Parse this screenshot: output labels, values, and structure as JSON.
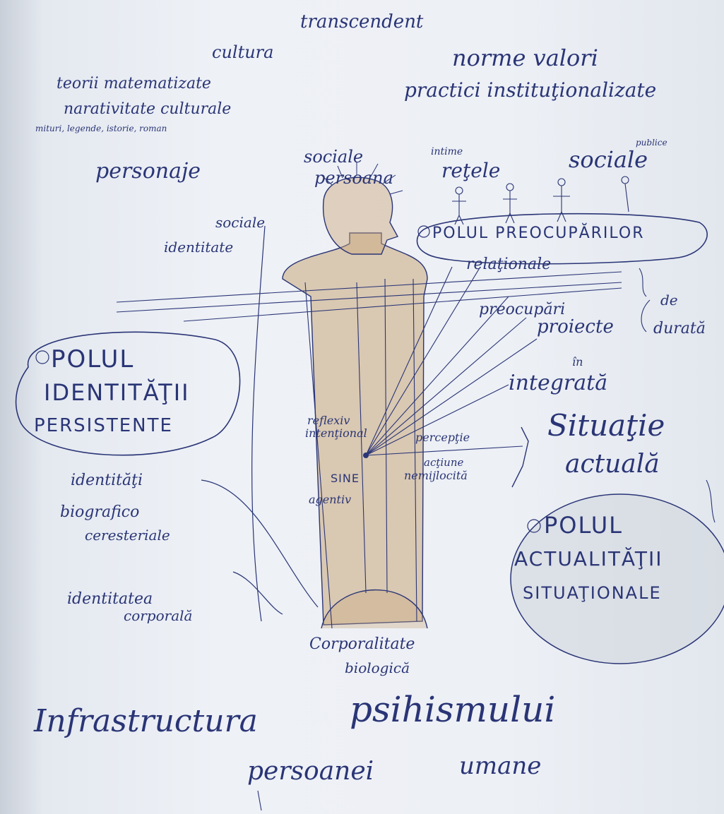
{
  "top": {
    "transcendent": "transcendent",
    "cultura": "cultura",
    "teorii": "teorii matematizate",
    "narativitate": "narativitate culturale",
    "sub": "mituri, legende, istorie, roman",
    "personaje": "personaje",
    "norme": "norme valori",
    "practici": "practici instituţionalizate"
  },
  "social": {
    "sociala": "sociale",
    "intime": "intime",
    "publice": "publice",
    "persoana": "persoana",
    "retele": "reţele",
    "sociale": "sociale",
    "identitate_sociala_1": "sociale",
    "identitate_sociala_2": "identitate"
  },
  "poles": {
    "identitate_1": "POLUL",
    "identitate_2": "IDENTITĂŢII",
    "identitate_3": "PERSISTENTE",
    "preocupari_1": "POLUL PREOCUPĂRILOR",
    "preocupari_2": "relaţionale",
    "actualitate_1": "POLUL",
    "actualitate_2": "ACTUALITĂŢII",
    "actualitate_3": "SITUAŢIONALE"
  },
  "right": {
    "preocupari": "preocupări",
    "proiecte": "proiecte",
    "de": "de",
    "durata": "durată",
    "in": "în",
    "integrata": "integrată",
    "situatie": "Situaţie",
    "actuala": "actuală"
  },
  "center": {
    "reflexiv": "reflexiv",
    "intentional": "intenţional",
    "perceptie": "percepţie",
    "actiune": "acţiune",
    "nemijlocita": "nemijlocită",
    "sine": "SINE",
    "agentiv": "agentiv",
    "corporalitate": "Corporalitate",
    "biologica": "biologică"
  },
  "left": {
    "identitati": "identităţi",
    "biografico": "biografico",
    "ceresteriale": "ceresteriale",
    "identitate": "identitatea",
    "corporala": "corporală"
  },
  "bottom": {
    "infrastructura": "Infrastructura",
    "psihismului": "psihismului",
    "persoanei": "persoanei",
    "umane": "umane"
  },
  "colors": {
    "ink": "#2a3576",
    "body": "#c9a77a",
    "pole": "#cfd5dc"
  }
}
